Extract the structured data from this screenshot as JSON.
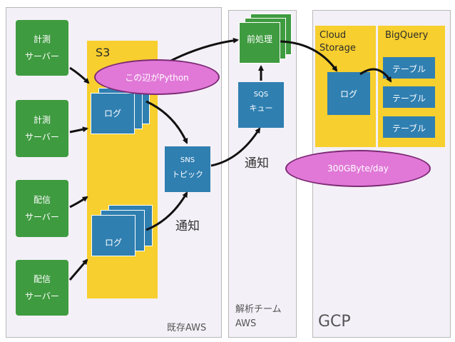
{
  "regions": {
    "existing_aws": {
      "label": "既存AWS"
    },
    "analysis_aws": {
      "label_line1": "解析チーム",
      "label_line2": "AWS"
    },
    "gcp": {
      "label": "GCP"
    }
  },
  "servers": [
    {
      "line1": "計測",
      "line2": "サーバー"
    },
    {
      "line1": "計測",
      "line2": "サーバー"
    },
    {
      "line1": "配信",
      "line2": "サーバー"
    },
    {
      "line1": "配信",
      "line2": "サーバー"
    }
  ],
  "s3": {
    "label": "S3",
    "log_top": "ログ",
    "log_bottom": "ログ"
  },
  "sns": {
    "line1": "SNS",
    "line2": "トピック"
  },
  "sqs": {
    "line1": "SQS",
    "line2": "キュー"
  },
  "preprocess": {
    "label": "前処理"
  },
  "notifications": {
    "sns_notify": "通知",
    "sqs_notify": "通知"
  },
  "bubbles": {
    "python": "この辺がPython",
    "volume": "300GByte/day"
  },
  "cloud_storage": {
    "line1": "Cloud",
    "line2": "Storage",
    "log": "ログ"
  },
  "bigquery": {
    "label": "BigQuery",
    "tables": [
      "テーブル",
      "テーブル",
      "テーブル"
    ]
  },
  "colors": {
    "server_green": "#3f9b40",
    "aws_yellow": "#f7cf2e",
    "card_blue": "#2f7fb1",
    "bubble_pink": "#e178d7",
    "region_bg": "#f4f0f7"
  }
}
